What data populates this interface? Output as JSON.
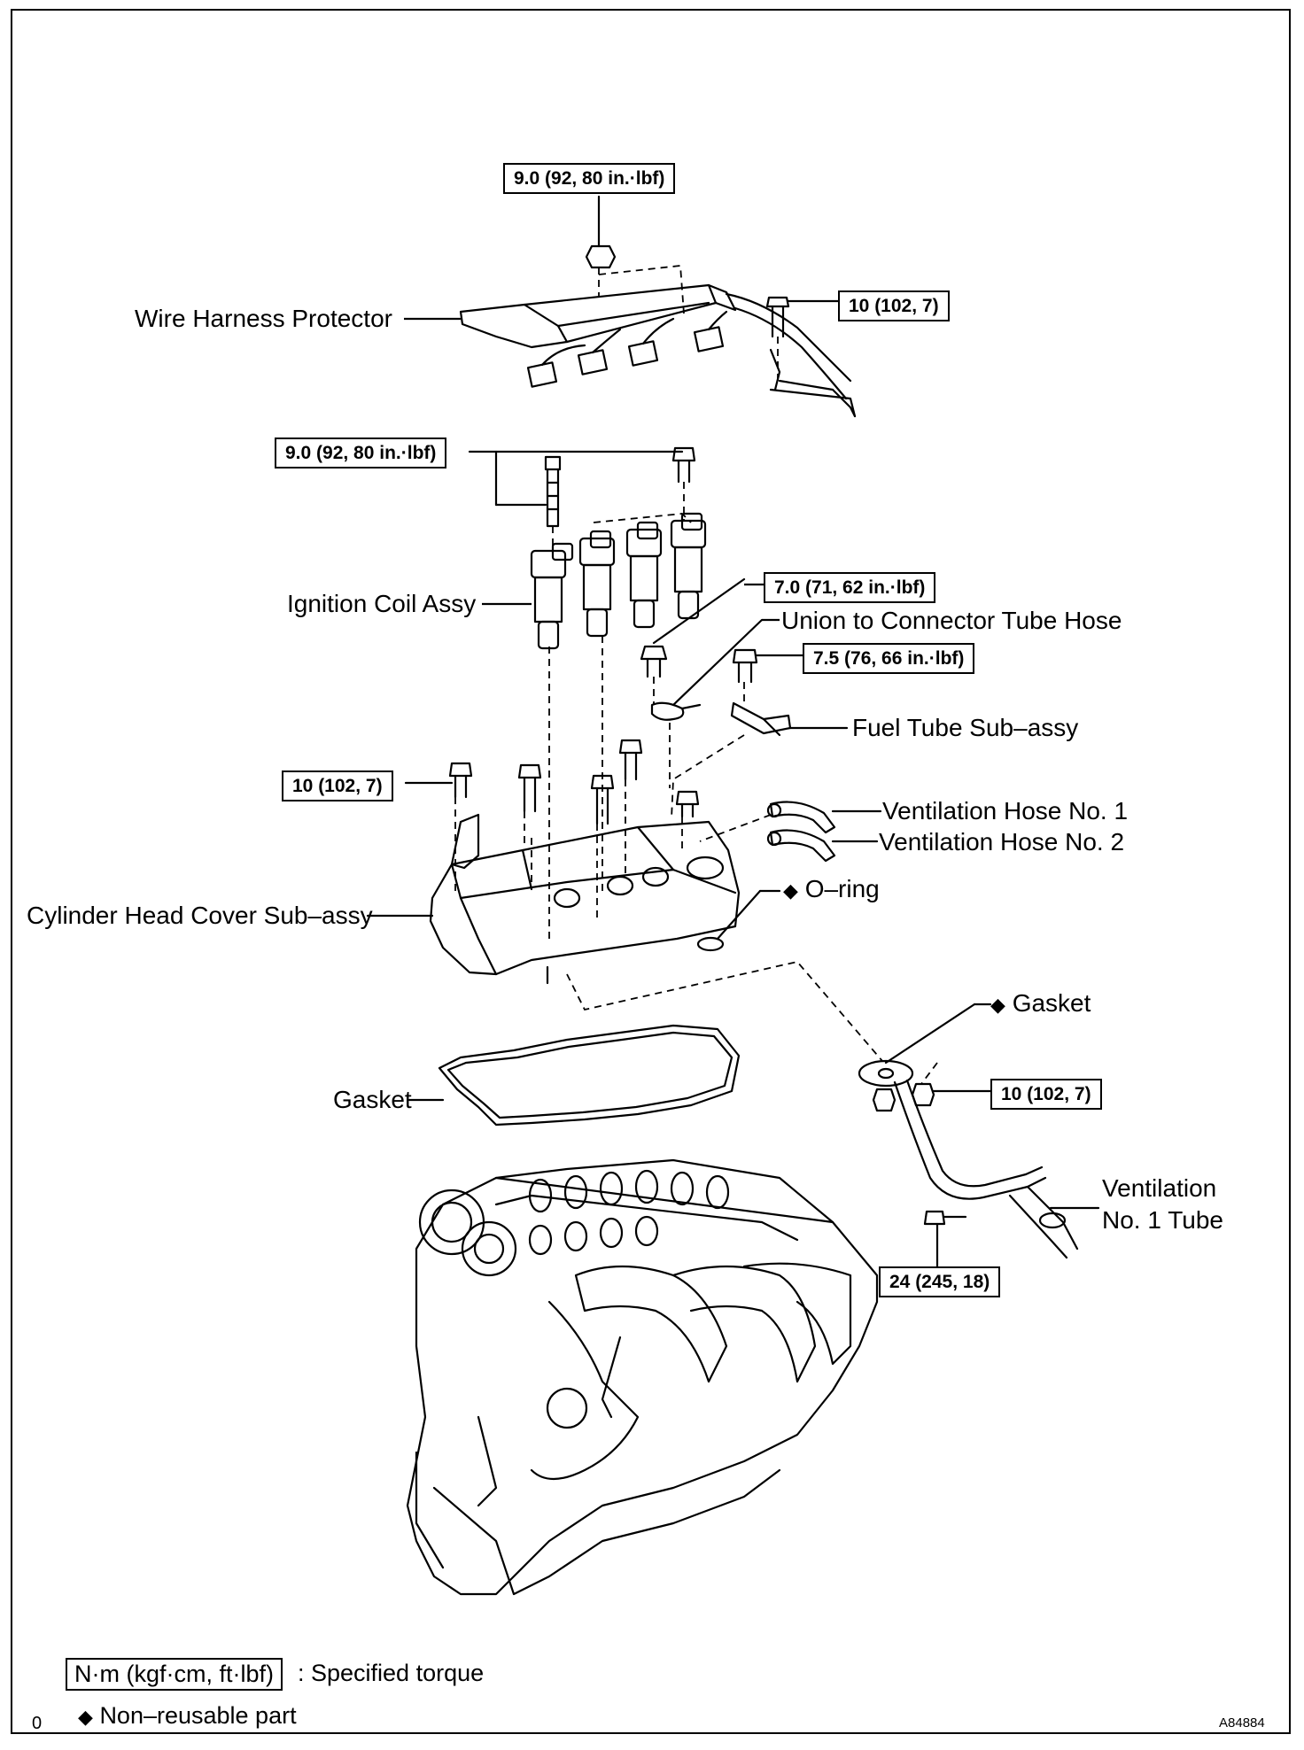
{
  "torque_specs": {
    "wire_harness_nut": "9.0 (92, 80 in.·lbf)",
    "wire_harness_bolt": "10 (102, 7)",
    "ignition_coil_bolts": "9.0 (92, 80 in.·lbf)",
    "union_bolt": "7.0 (71, 62 in.·lbf)",
    "fuel_tube_bolt": "7.5 (76, 66 in.·lbf)",
    "head_cover_bolt": "10 (102, 7)",
    "ventilation_tube_nut": "10 (102, 7)",
    "ventilation_tube_bolt": "24 (245, 18)"
  },
  "labels": {
    "wire_harness_protector": "Wire Harness Protector",
    "ignition_coil_assy": "Ignition Coil Assy",
    "union_to_connector_tube_hose": "Union to Connector Tube Hose",
    "fuel_tube_sub_assy": "Fuel Tube Sub–assy",
    "ventilation_hose_no1": "Ventilation Hose No. 1",
    "ventilation_hose_no2": "Ventilation Hose No. 2",
    "cylinder_head_cover_sub_assy": "Cylinder Head Cover Sub–assy",
    "o_ring": "O–ring",
    "gasket_upper": "Gasket",
    "gasket_cover": "Gasket",
    "ventilation_no1_tube_line1": "Ventilation",
    "ventilation_no1_tube_line2": "No. 1 Tube"
  },
  "legend": {
    "torque_unit_box": "N·m (kgf·cm, ft·lbf)",
    "torque_text": ": Specified torque",
    "non_reusable_marker": "◆",
    "non_reusable_text": "Non–reusable part"
  },
  "markers": {
    "o_ring": "◆",
    "gasket_upper": "◆"
  },
  "corner": {
    "left": "0",
    "figure_id": "A84884"
  }
}
